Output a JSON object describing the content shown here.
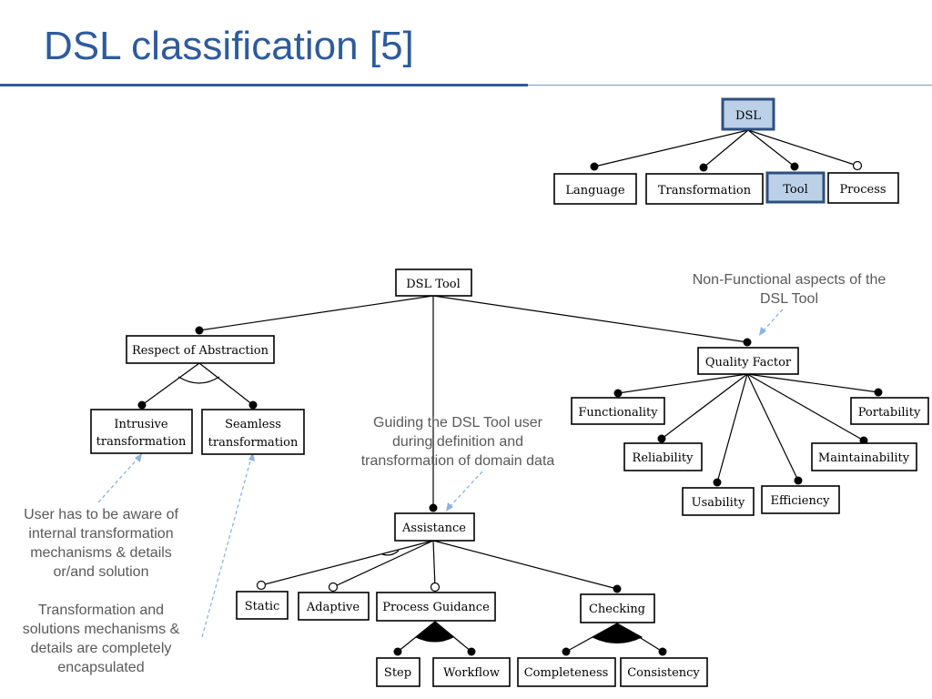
{
  "title": "DSL classification [5]",
  "colors": {
    "title": "#2e5b9c",
    "highlight_fill": "#bcd0e8",
    "highlight_stroke": "#2e4f7f",
    "note_text": "#595959",
    "leader": "#8fb2dc"
  },
  "top_tree": {
    "root": "DSL",
    "children": [
      "Language",
      "Transformation",
      "Tool",
      "Process"
    ]
  },
  "tool_tree": {
    "root": "DSL Tool",
    "abstraction": {
      "label": "Respect of Abstraction",
      "children": [
        "Intrusive transformation",
        "Seamless transformation"
      ]
    },
    "assistance": {
      "label": "Assistance",
      "children": [
        "Static",
        "Adaptive",
        "Process Guidance",
        "Checking"
      ],
      "process_guidance_children": [
        "Step",
        "Workflow"
      ],
      "checking_children": [
        "Completeness",
        "Consistency"
      ]
    },
    "quality": {
      "label": "Quality Factor",
      "children": [
        "Functionality",
        "Reliability",
        "Usability",
        "Efficiency",
        "Maintainability",
        "Portability"
      ]
    }
  },
  "notes": {
    "non_functional": [
      "Non-Functional aspects of the",
      "DSL Tool"
    ],
    "guiding": [
      "Guiding the DSL Tool user",
      "during definition and",
      "transformation of domain data"
    ],
    "intrusive": [
      "User has to be aware of",
      "internal transformation",
      "mechanisms & details",
      "or/and solution"
    ],
    "seamless": [
      "Transformation and",
      "solutions mechanisms &",
      "details are completely",
      "encapsulated"
    ]
  }
}
